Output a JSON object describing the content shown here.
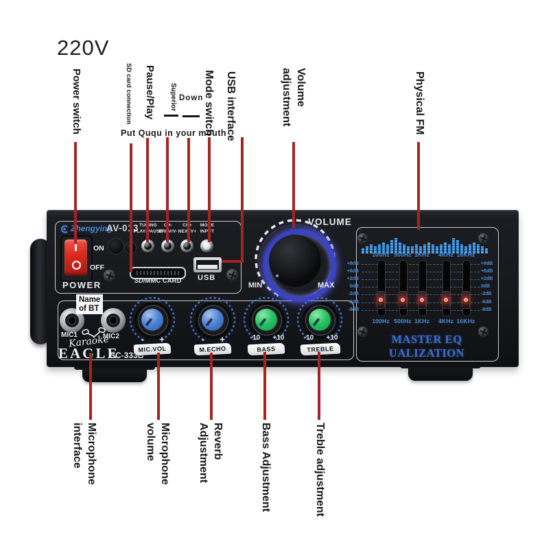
{
  "annotations": {
    "voltage": "220V",
    "power": "Power switch",
    "sd": "SD card connection",
    "pause": "Pause/Play",
    "superior": "Superior",
    "down": "Down",
    "ququ": "Put Ququ in your mouth",
    "mode": "Mode switch",
    "usb": "USB interface",
    "volume": "Volume\nadjustment",
    "fm": "Physical FM",
    "mic_if": "Microphone\ninterface",
    "mic_vol": "Microphone\nvolume",
    "reverb": "Reverb\nAdjustment",
    "bass": "Bass Adjustment",
    "treble": "Treble adjustment",
    "line_color": "#a32522"
  },
  "panel": {
    "brand": "Zhengying",
    "model": "AV-013",
    "buttons": [
      {
        "label": "TUNING\nPLAY/PAUSE"
      },
      {
        "label": "CH-\nPREV/V-"
      },
      {
        "label": "CH+\nNEXTV+"
      },
      {
        "label": "MODE\nINPUT"
      }
    ],
    "on": "ON",
    "off": "OFF",
    "power": "POWER",
    "sd_logo": "SD",
    "sd_label": "/MMC CARD",
    "usb": "USB",
    "volume": "VOLUME",
    "min": "MIN",
    "max": "MAX",
    "name_bt": "Name\nof BT",
    "mic1": "MIC1",
    "mic2": "MIC2",
    "karaoke": "Karaoke",
    "eagle": "EAGLE",
    "model2": "SC-333B",
    "knobs": [
      {
        "label": "MIC.VOL",
        "minus": "-",
        "plus": "+",
        "color": "blue"
      },
      {
        "label": "M.ECHO",
        "minus": "-",
        "plus": "+",
        "color": "blue"
      },
      {
        "label": "BASS",
        "minus": "-10",
        "plus": "+10",
        "color": "green"
      },
      {
        "label": "TREBLE",
        "minus": "-10",
        "plus": "+10",
        "color": "green"
      }
    ]
  },
  "eq": {
    "title": "MASTER EQ UALIZATION",
    "freqs": [
      "100Hz",
      "500Hz",
      "1KHz",
      "4KHz",
      "16KHz"
    ],
    "db_labels": [
      "+8dB",
      "+6dB",
      "+2dB",
      "0dB",
      "-2dB",
      "-6dB",
      "-8dB"
    ],
    "slider_value_db": -5,
    "spectrum_heights": [
      8,
      11,
      14,
      11,
      14,
      17,
      14,
      20,
      23,
      17,
      14,
      11,
      11,
      14,
      11,
      14,
      17,
      14,
      11,
      14,
      17,
      14,
      23,
      20,
      14,
      11,
      14,
      17,
      14,
      11,
      8
    ],
    "accent_blue": "#4a90d9",
    "led_red": "#ff4a3c"
  }
}
